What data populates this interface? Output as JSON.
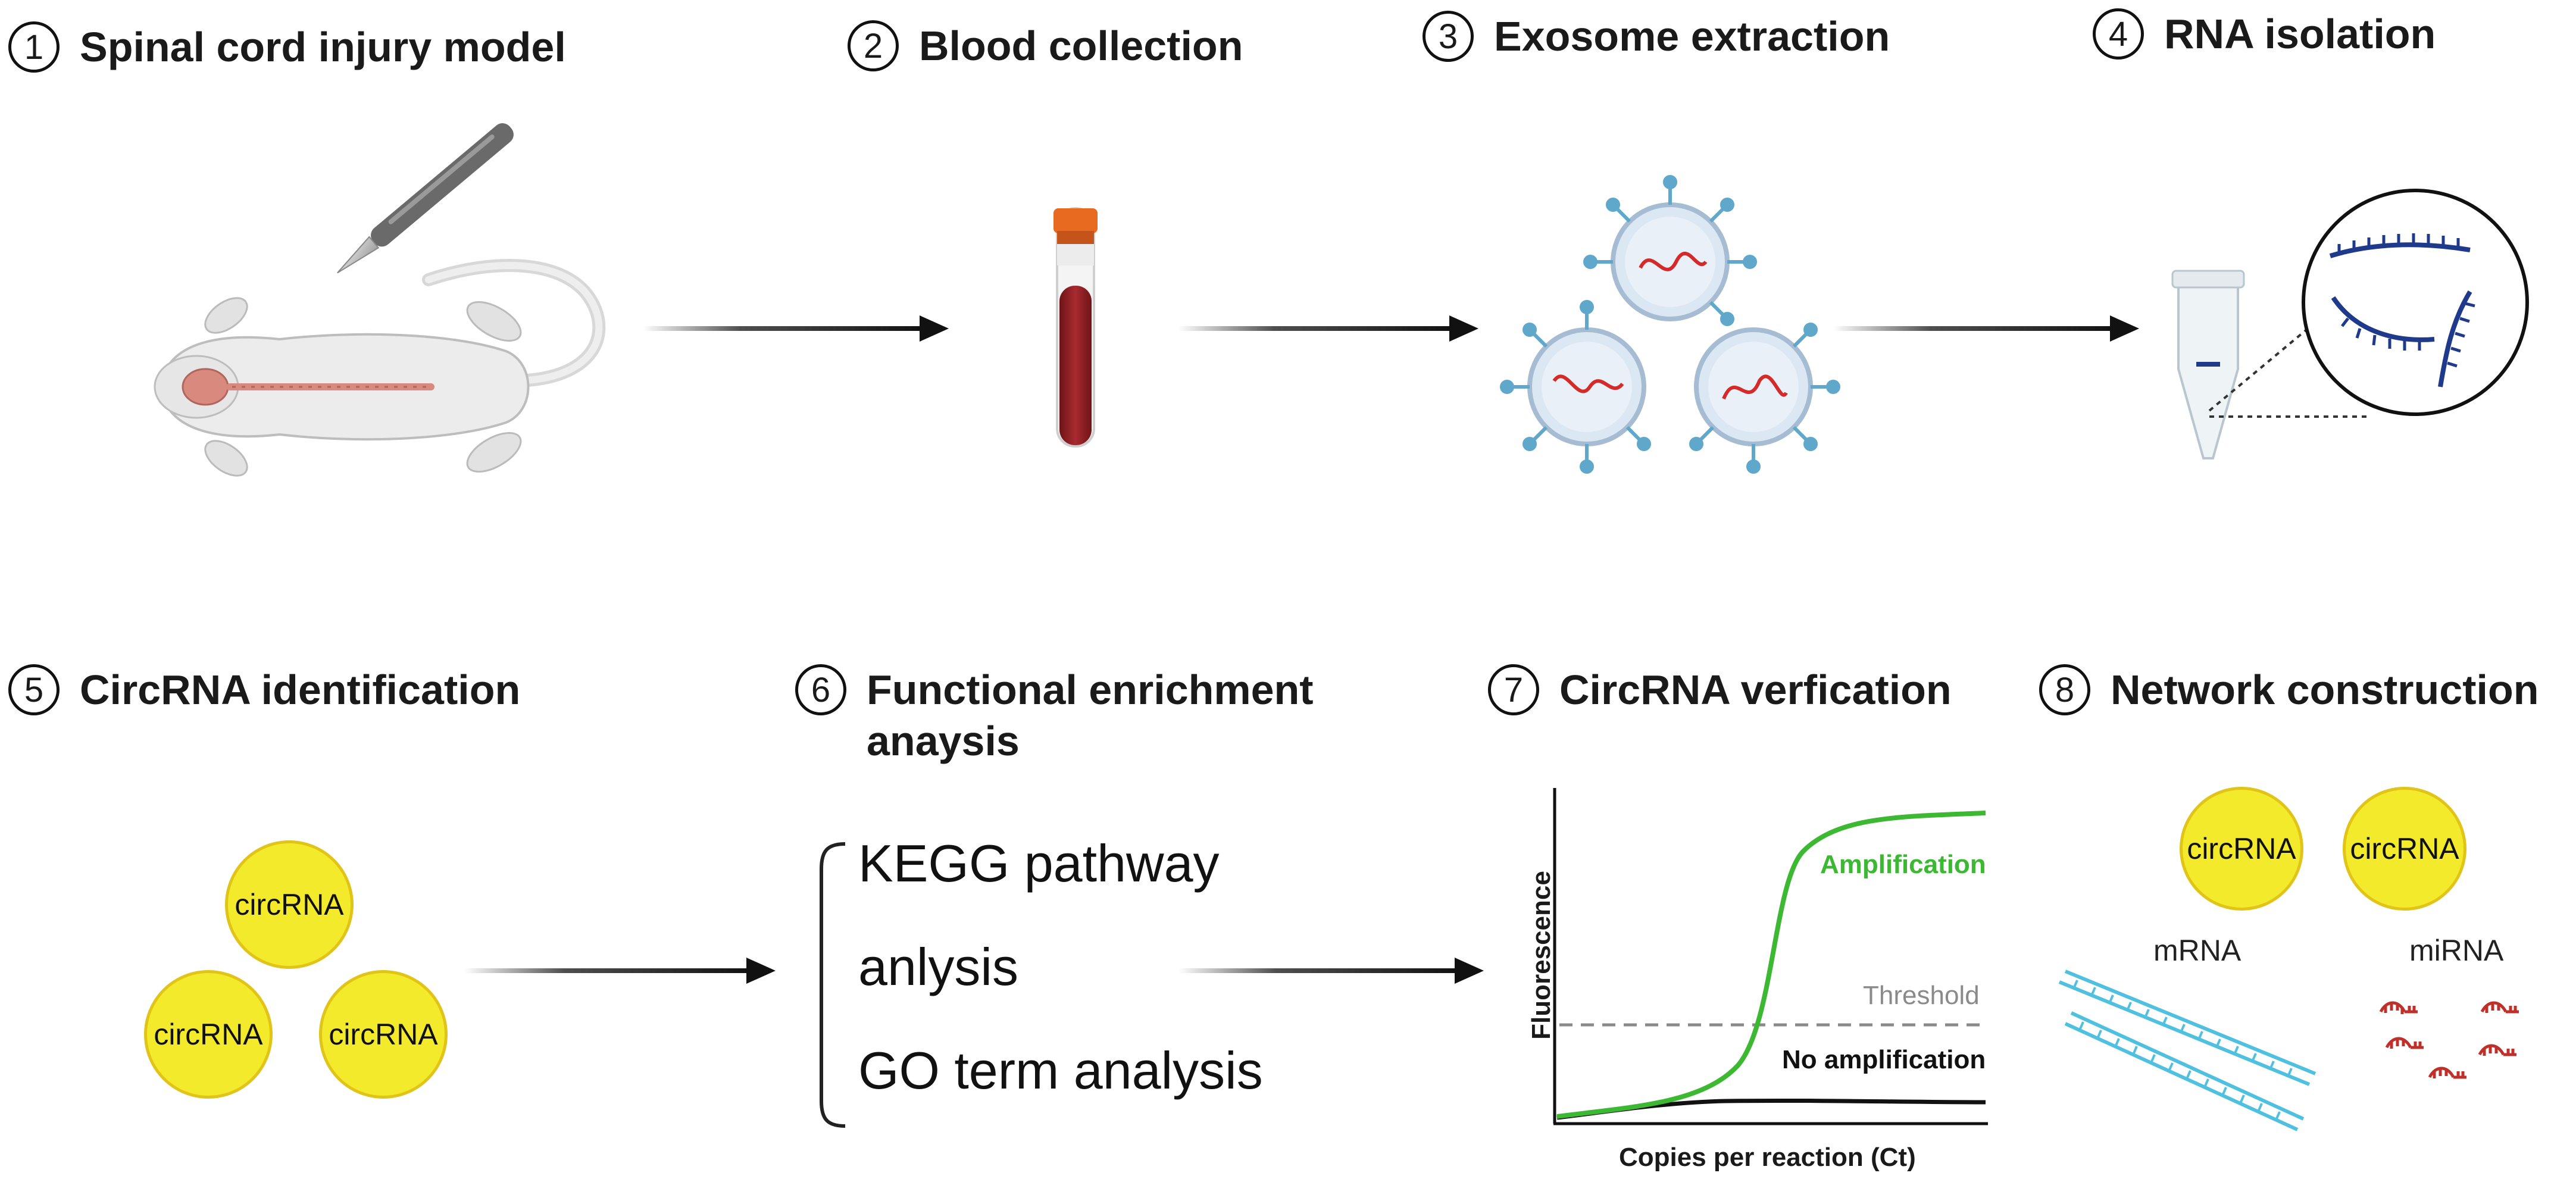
{
  "steps": [
    {
      "num": "1",
      "title": "Spinal cord injury model"
    },
    {
      "num": "2",
      "title": "Blood collection"
    },
    {
      "num": "3",
      "title": "Exosome extraction"
    },
    {
      "num": "4",
      "title": "RNA isolation"
    },
    {
      "num": "5",
      "title": "CircRNA  identification"
    },
    {
      "num": "6",
      "title": "Functional enrichment\nanaysis"
    },
    {
      "num": "7",
      "title": "CircRNA verfication"
    },
    {
      "num": "8",
      "title": "Network construction"
    }
  ],
  "identification": {
    "circle_label": "circRNA"
  },
  "enrichment": {
    "lines": [
      "KEGG pathway",
      "anlysis",
      "GO term analysis"
    ]
  },
  "qpcr": {
    "ylabel": "Fluorescence",
    "xlabel": "Copies per reaction (Ct)",
    "amplification": "Amplification",
    "threshold": "Threshold",
    "no_amplification": "No amplification"
  },
  "network": {
    "circle_label": "circRNA",
    "mrna_label": "mRNA",
    "mirna_label": "miRNA"
  },
  "colors": {
    "circ_fill": "#f2ea2a",
    "amplification": "#3cb832",
    "mrna": "#4fc0e0",
    "mirna": "#c0302a",
    "rna_strand": "#1f3a8a",
    "blood": "#8e1e22",
    "cap": "#e8641a"
  }
}
